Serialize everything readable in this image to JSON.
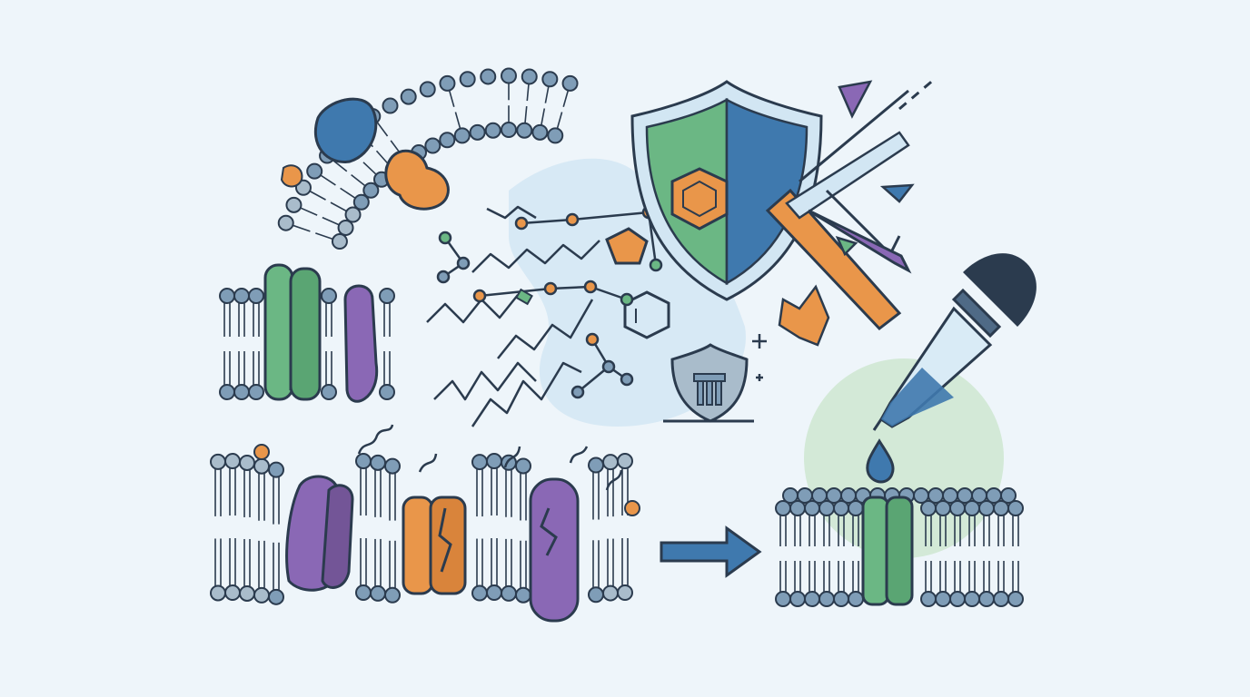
{
  "colors": {
    "background": "#eef5fa",
    "outline": "#2b3b4e",
    "lipid_head": "#7f9db7",
    "lipid_head_light": "#a9bccb",
    "blue": "#3f79ae",
    "green": "#6bb784",
    "purple": "#8a68b5",
    "orange": "#e9964a",
    "light_blue_wash": "#d2e6f3",
    "light_green_wash": "#cfe8d3"
  },
  "panels": [
    {
      "name": "curved-membrane",
      "proteins": [
        "blue-protein",
        "orange-protein"
      ]
    },
    {
      "name": "intact-membrane",
      "proteins": [
        "green-channel",
        "purple-protein"
      ]
    },
    {
      "name": "damaged-membrane",
      "proteins": [
        "purple-protein",
        "orange-channel",
        "purple-protein"
      ]
    },
    {
      "name": "repaired-membrane",
      "proteins": [
        "green-channel"
      ]
    }
  ],
  "icons": [
    "shield-icon",
    "molecule-icon",
    "arrow-icon",
    "dropper-icon",
    "droplet-icon",
    "pillar-shield-icon",
    "sparkle-icon"
  ]
}
